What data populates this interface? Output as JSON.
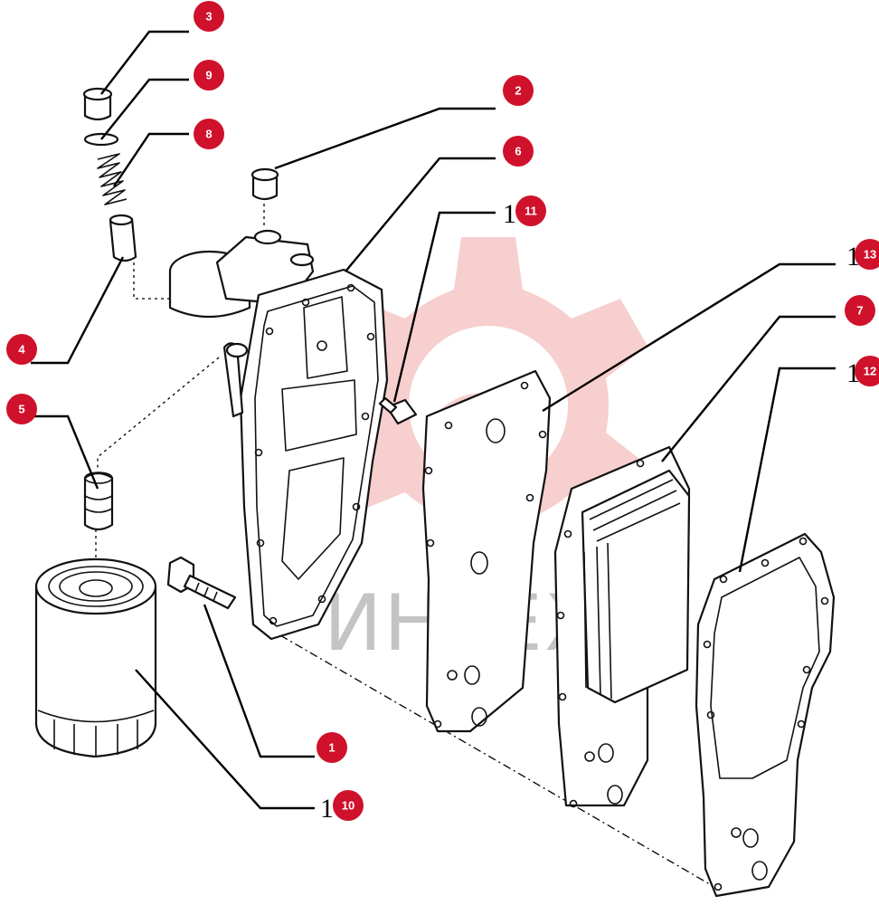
{
  "watermark": {
    "text": "ИНТЕХ",
    "color": "#f7cfcf",
    "icon": "gear-icon"
  },
  "accent_color": "#d0112b",
  "callouts": [
    {
      "id": "callout-1",
      "number": "1"
    },
    {
      "id": "callout-2",
      "number": "2"
    },
    {
      "id": "callout-3",
      "number": "3"
    },
    {
      "id": "callout-4",
      "number": "4"
    },
    {
      "id": "callout-5",
      "number": "5"
    },
    {
      "id": "callout-6",
      "number": "6"
    },
    {
      "id": "callout-7",
      "number": "7"
    },
    {
      "id": "callout-8",
      "number": "8"
    },
    {
      "id": "callout-9",
      "number": "9"
    },
    {
      "id": "callout-10",
      "number": "10",
      "prefix": "1"
    },
    {
      "id": "callout-11",
      "number": "11",
      "prefix": "1"
    },
    {
      "id": "callout-12",
      "number": "12",
      "prefix": "1"
    },
    {
      "id": "callout-13",
      "number": "13",
      "prefix": "1"
    }
  ]
}
